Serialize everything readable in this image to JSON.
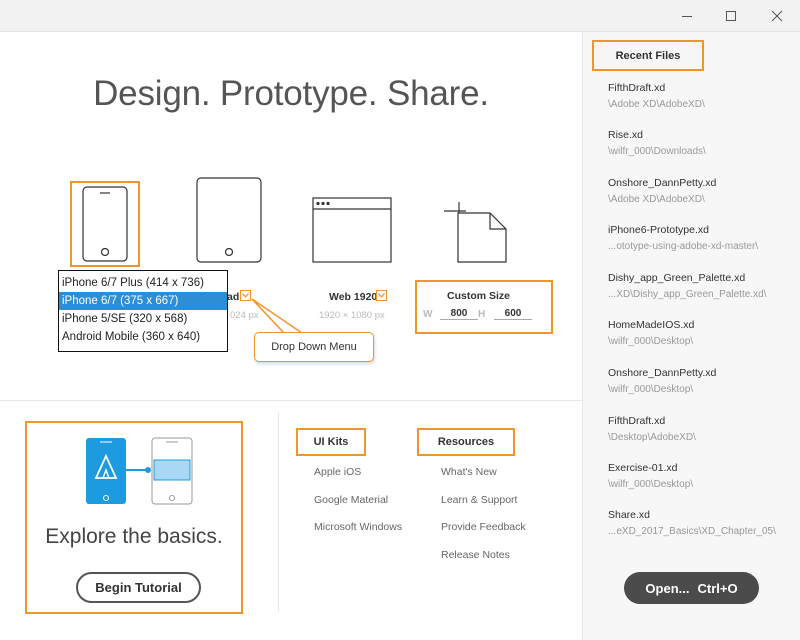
{
  "window": {
    "minimize_symbol": "—",
    "maximize_symbol": "☐",
    "close_symbol": "✕"
  },
  "headline": "Design. Prototype. Share.",
  "devices": {
    "iphone_label_partial": "ad",
    "iphone_sub_partial": "024 px",
    "web_label": "Web 1920",
    "web_sub": "1920 × 1080 px",
    "custom_label": "Custom Size",
    "custom_w_label": "W",
    "custom_w_value": "800",
    "custom_h_label": "H",
    "custom_h_value": "600"
  },
  "dropdown": {
    "options": [
      {
        "label": "iPhone 6/7 Plus (414 x 736)",
        "selected": false
      },
      {
        "label": "iPhone 6/7 (375 x 667)",
        "selected": true
      },
      {
        "label": "iPhone 5/SE (320 x 568)",
        "selected": false
      },
      {
        "label": "Android Mobile (360 x 640)",
        "selected": false
      }
    ]
  },
  "callout": "Drop Down Menu",
  "explore": {
    "text": "Explore the basics.",
    "button": "Begin Tutorial"
  },
  "ui_kits": {
    "title": "UI Kits",
    "links": [
      "Apple iOS",
      "Google Material",
      "Microsoft Windows"
    ]
  },
  "resources": {
    "title": "Resources",
    "links": [
      "What's New",
      "Learn & Support",
      "Provide Feedback",
      "Release Notes"
    ]
  },
  "recent": {
    "title": "Recent Files",
    "items": [
      {
        "name": "FifthDraft.xd",
        "path": "\\Adobe XD\\AdobeXD\\"
      },
      {
        "name": "Rise.xd",
        "path": "\\wilfr_000\\Downloads\\"
      },
      {
        "name": "Onshore_DannPetty.xd",
        "path": "\\Adobe XD\\AdobeXD\\"
      },
      {
        "name": "iPhone6-Prototype.xd",
        "path": "...ototype-using-adobe-xd-master\\"
      },
      {
        "name": "Dishy_app_Green_Palette.xd",
        "path": "...XD\\Dishy_app_Green_Palette.xd\\"
      },
      {
        "name": "HomeMadeIOS.xd",
        "path": "\\wilfr_000\\Desktop\\"
      },
      {
        "name": "Onshore_DannPetty.xd",
        "path": "\\wilfr_000\\Desktop\\"
      },
      {
        "name": "FifthDraft.xd",
        "path": "\\Desktop\\AdobeXD\\"
      },
      {
        "name": "Exercise-01.xd",
        "path": "\\wilfr_000\\Desktop\\"
      },
      {
        "name": "Share.xd",
        "path": "...eXD_2017_Basics\\XD_Chapter_05\\"
      }
    ]
  },
  "open_button": {
    "label": "Open...",
    "shortcut": "Ctrl+O"
  },
  "colors": {
    "accent_orange": "#f0952a",
    "selection_blue": "#2d8ed6",
    "illustration_blue": "#1d9be0"
  }
}
